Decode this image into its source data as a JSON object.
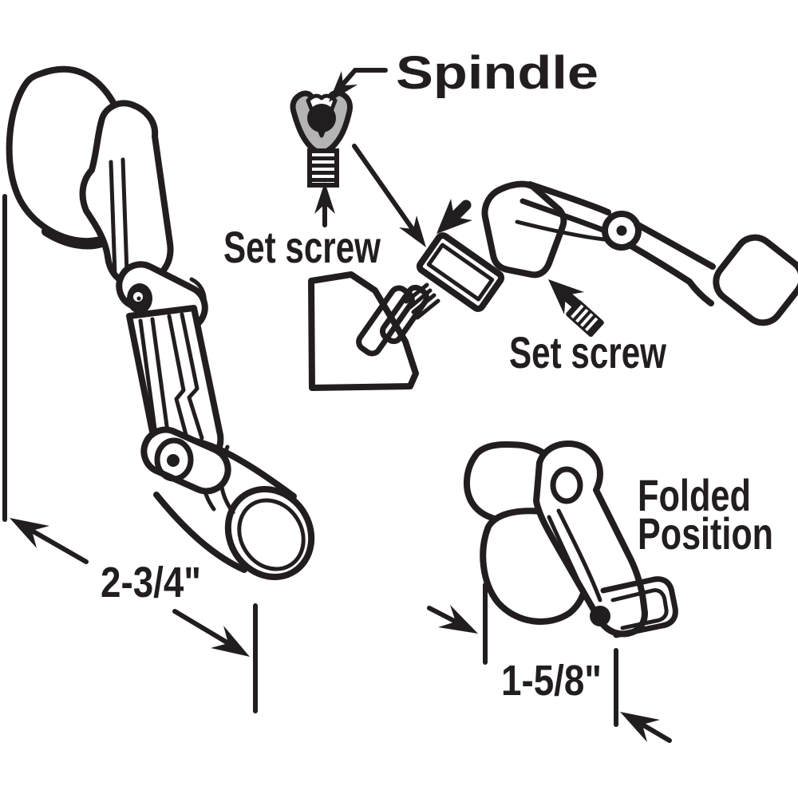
{
  "diagram": {
    "title_hint": "window casement crank handle parts diagram",
    "labels": {
      "spindle": "Spindle",
      "set_screw_top": "Set screw",
      "set_screw_right": "Set screw",
      "folded_line1": "Folded",
      "folded_line2": "Position"
    },
    "dimensions": {
      "handle_length": "2-3/4\"",
      "folded_length": "1-5/8\""
    },
    "colors": {
      "line": "#221e1f",
      "background": "#ffffff",
      "yoke_fill": "#b4b4b4"
    }
  }
}
